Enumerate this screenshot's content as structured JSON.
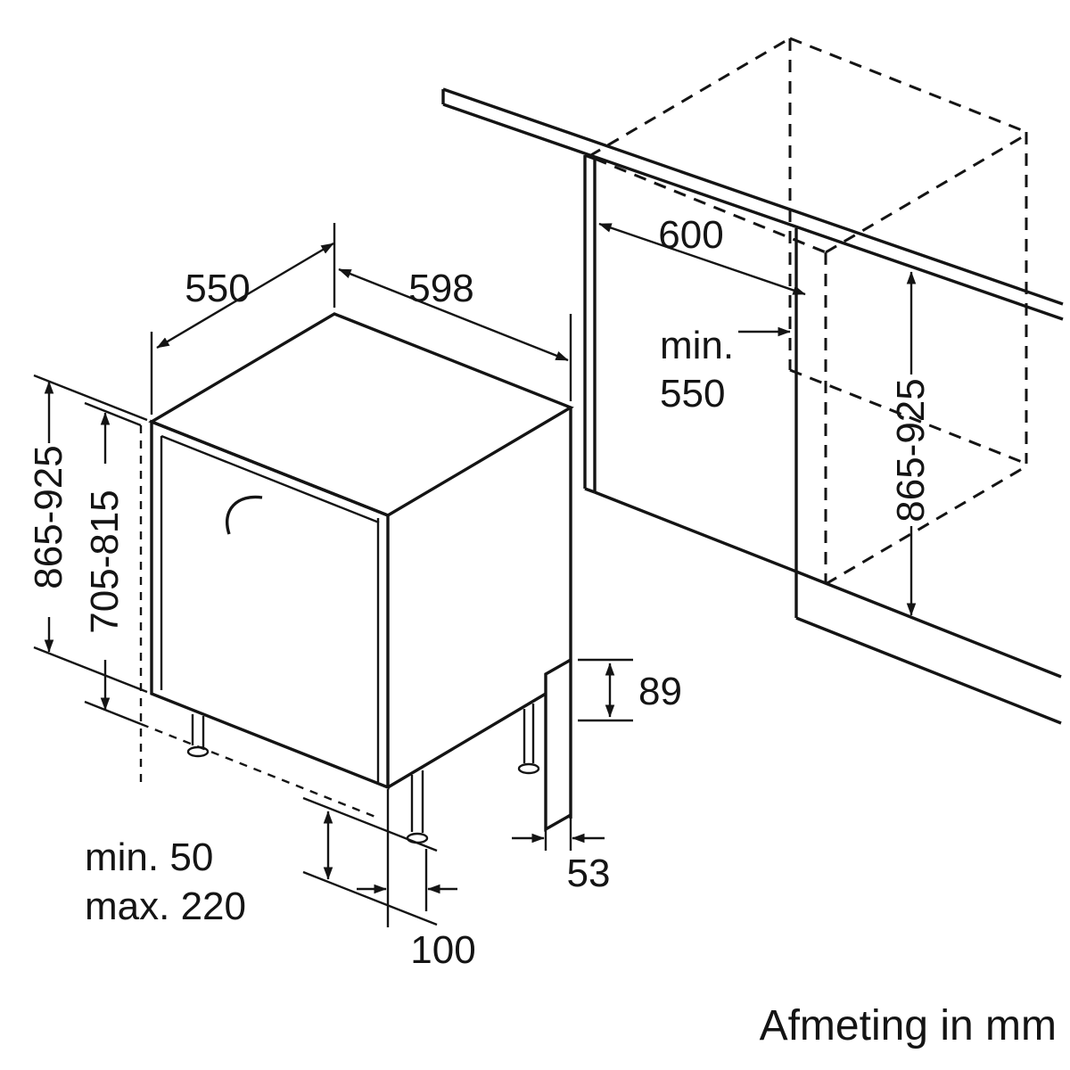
{
  "caption": "Afmeting in mm",
  "appliance": {
    "depth": "550",
    "width": "598",
    "height_range": "865-925",
    "door_panel_range": "705-815",
    "recess_height": "89",
    "rear_gap": "53",
    "foot_min": "min. 50",
    "foot_max": "max. 220",
    "foot_offset": "100"
  },
  "niche": {
    "depth": "600",
    "min_label": "min.",
    "min_value": "550",
    "height_range": "865-925"
  },
  "style": {
    "ink": "#141414",
    "background": "#ffffff"
  }
}
